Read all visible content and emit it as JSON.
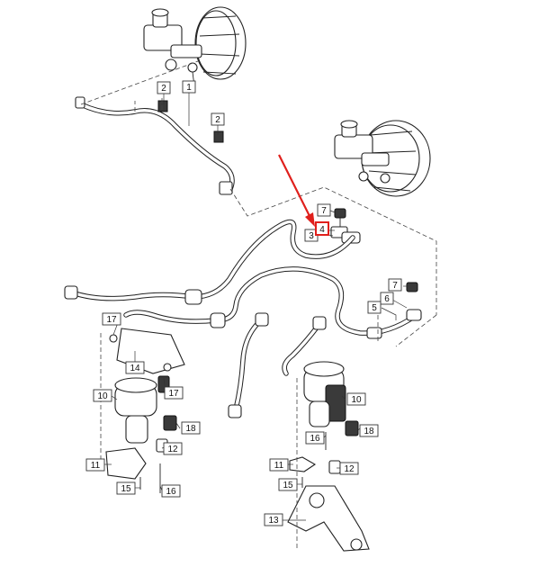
{
  "diagram": {
    "callouts": [
      {
        "id": "c1",
        "label": "1"
      },
      {
        "id": "c2a",
        "label": "2"
      },
      {
        "id": "c2b",
        "label": "2"
      },
      {
        "id": "c3",
        "label": "3"
      },
      {
        "id": "c4",
        "label": "4",
        "highlighted": true
      },
      {
        "id": "c7a",
        "label": "7"
      },
      {
        "id": "c7b",
        "label": "7"
      },
      {
        "id": "c6",
        "label": "6"
      },
      {
        "id": "c5",
        "label": "5"
      },
      {
        "id": "c17a",
        "label": "17"
      },
      {
        "id": "c14",
        "label": "14"
      },
      {
        "id": "c17b",
        "label": "17"
      },
      {
        "id": "c10a",
        "label": "10"
      },
      {
        "id": "c18a",
        "label": "18"
      },
      {
        "id": "c12a",
        "label": "12"
      },
      {
        "id": "c11a",
        "label": "11"
      },
      {
        "id": "c15a",
        "label": "15"
      },
      {
        "id": "c16a",
        "label": "16"
      },
      {
        "id": "c10b",
        "label": "10"
      },
      {
        "id": "c18b",
        "label": "18"
      },
      {
        "id": "c16b",
        "label": "16"
      },
      {
        "id": "c11b",
        "label": "11"
      },
      {
        "id": "c12b",
        "label": "12"
      },
      {
        "id": "c15b",
        "label": "15"
      },
      {
        "id": "c13",
        "label": "13"
      }
    ],
    "colors": {
      "highlight": "#e0201c",
      "line": "#222222",
      "background": "#ffffff"
    }
  }
}
